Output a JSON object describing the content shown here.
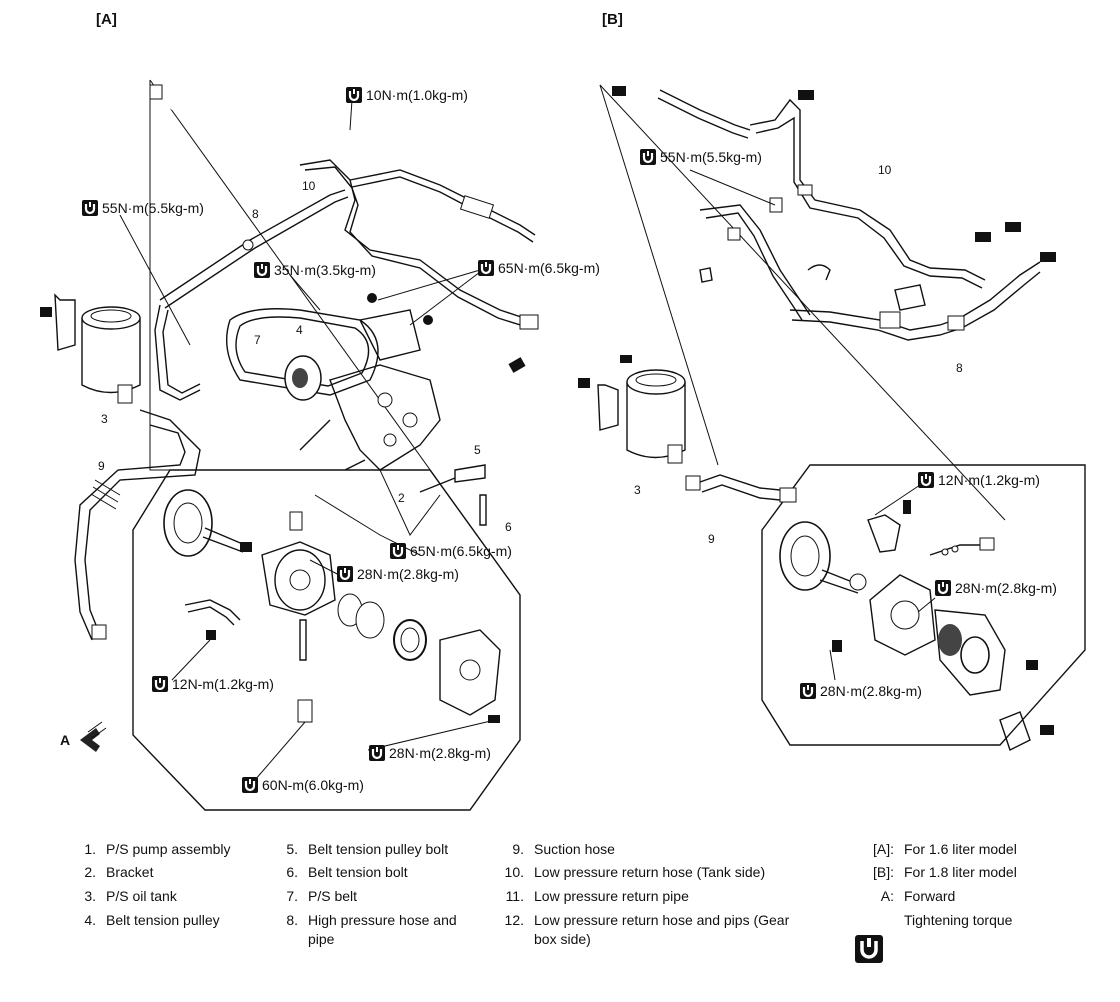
{
  "headers": {
    "a": "[A]",
    "b": "[B]"
  },
  "torques_a": {
    "t10": "10N·m(1.0kg-m)",
    "t55": "55N·m(5.5kg-m)",
    "t35": "35N·m(3.5kg-m)",
    "t65a": "65N·m(6.5kg-m)",
    "t65b": "65N·m(6.5kg-m)",
    "t28a": "28N·m(2.8kg-m)",
    "t12": "12N-m(1.2kg-m)",
    "t28b": "28N·m(2.8kg-m)",
    "t60": "60N-m(6.0kg-m)"
  },
  "torques_b": {
    "t55": "55N·m(5.5kg-m)",
    "t12": "12N·m(1.2kg-m)",
    "t28a": "28N·m(2.8kg-m)",
    "t28b": "28N·m(2.8kg-m)"
  },
  "part_numbers_a": [
    "10",
    "8",
    "3",
    "7",
    "4",
    "9",
    "5",
    "2",
    "6"
  ],
  "part_numbers_b": [
    "10",
    "8",
    "3",
    "9"
  ],
  "forward_label": "A",
  "legend": {
    "col1": [
      {
        "n": "1.",
        "t": "P/S pump assembly"
      },
      {
        "n": "2.",
        "t": "Bracket"
      },
      {
        "n": "3.",
        "t": "P/S oil tank"
      },
      {
        "n": "4.",
        "t": "Belt tension pulley"
      }
    ],
    "col2": [
      {
        "n": "5.",
        "t": "Belt tension pulley bolt"
      },
      {
        "n": "6.",
        "t": "Belt tension bolt"
      },
      {
        "n": "7.",
        "t": "P/S belt"
      },
      {
        "n": "8.",
        "t": "High pressure hose and",
        "t2": "pipe"
      }
    ],
    "col3": [
      {
        "n": "9.",
        "t": "Suction hose"
      },
      {
        "n": "10.",
        "t": "Low pressure return hose (Tank side)"
      },
      {
        "n": "11.",
        "t": "Low pressure return pipe"
      },
      {
        "n": "12.",
        "t": "Low pressure return hose and pips (Gear",
        "t2": "box side)"
      }
    ],
    "col4": [
      {
        "n": "[A]:",
        "t": "For 1.6 liter model"
      },
      {
        "n": "[B]:",
        "t": "For 1.8 liter model"
      },
      {
        "n": "A:",
        "t": "Forward"
      },
      {
        "n": "",
        "t": "Tightening torque"
      }
    ]
  },
  "icons": {
    "torque": "torque-wrench-icon",
    "forward": "forward-arrow-icon"
  }
}
